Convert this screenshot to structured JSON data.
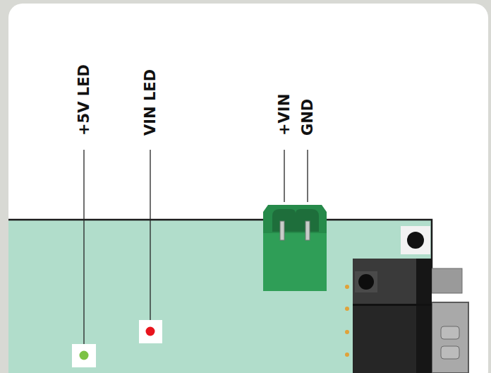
{
  "diagram": {
    "labels": [
      "+5V LED",
      "VIN LED",
      "+VIN",
      "GND"
    ]
  }
}
